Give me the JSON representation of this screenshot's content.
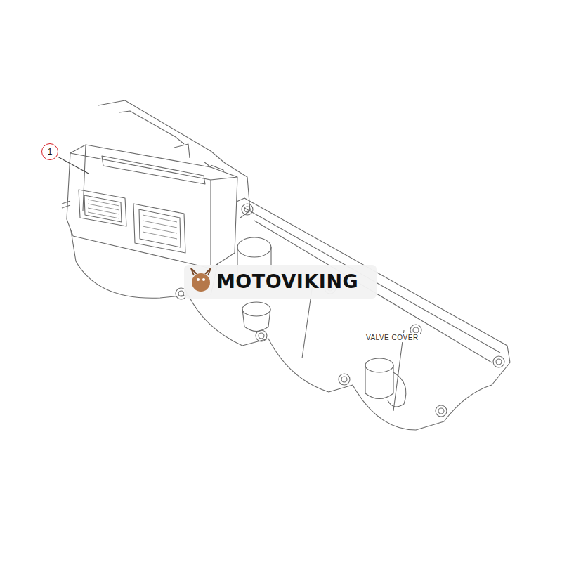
{
  "diagram": {
    "nodes": [
      {
        "text": [
          "1"
        ]
      }
    ],
    "edges": [],
    "labels": [
      "VALVE COVER",
      "MOTOVIKING"
    ]
  }
}
